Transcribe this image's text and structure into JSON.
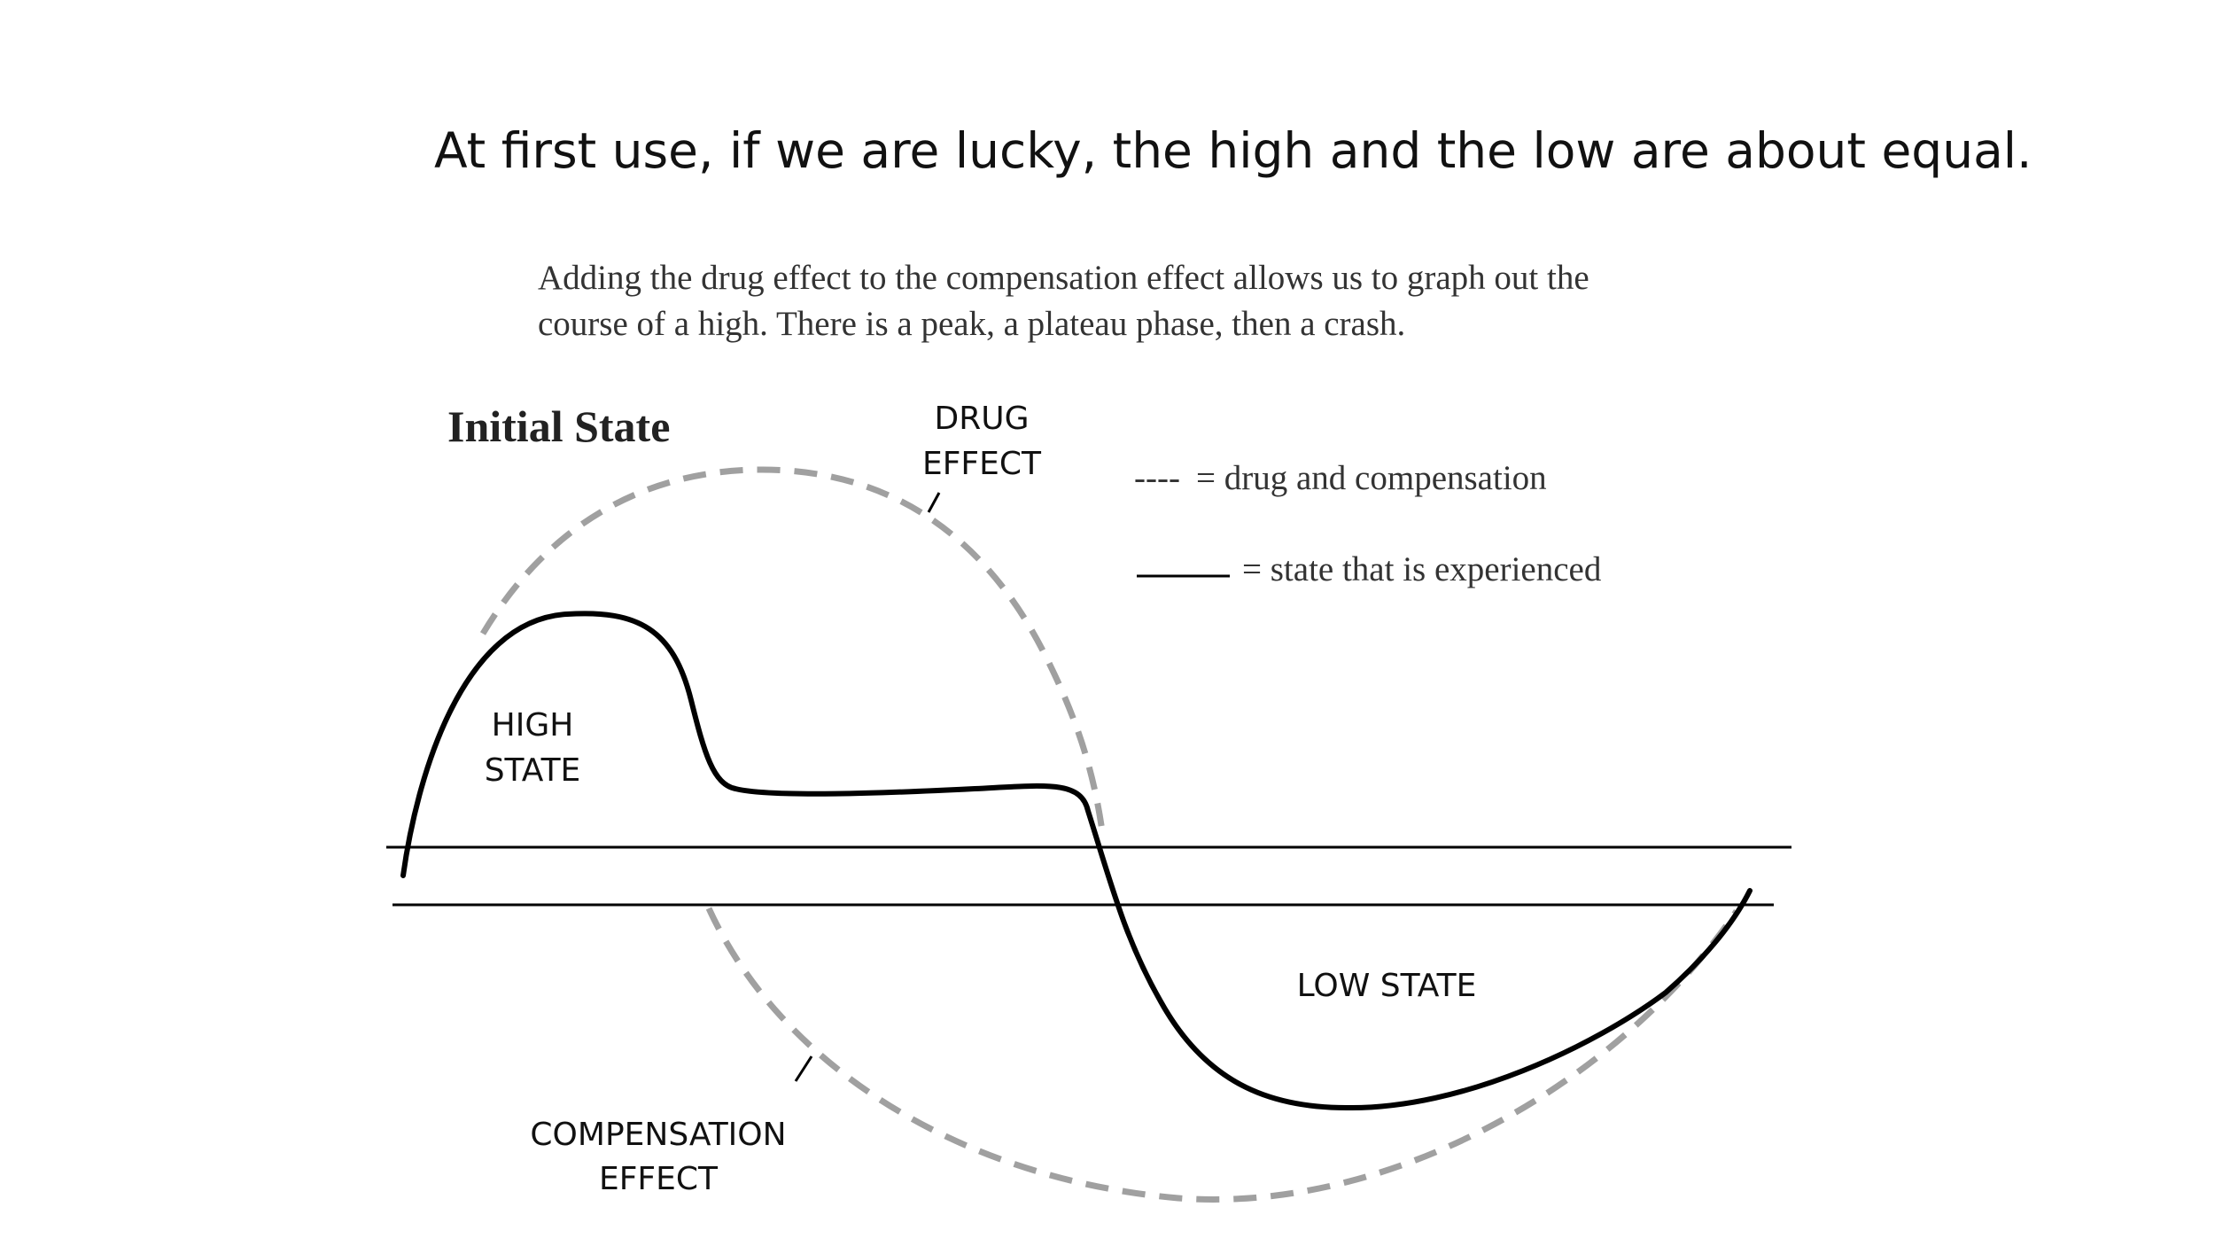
{
  "slide": {
    "title": "At first use, if we are lucky, the high and the low are about equal."
  },
  "caption": {
    "line1": "Adding the drug effect to the compensation effect allows us to graph out the",
    "line2": "course of a high. There is a peak, a plateau phase, then a crash."
  },
  "diagram": {
    "heading": "Initial State",
    "drug_effect_label_1": "DRUG",
    "drug_effect_label_2": "EFFECT",
    "high_state_label_1": "HIGH",
    "high_state_label_2": "STATE",
    "low_state_label": "LOW STATE",
    "compensation_label_1": "COMPENSATION",
    "compensation_label_2": "EFFECT",
    "legend": {
      "dashed_symbol": "----",
      "dashed_text": "= drug and compensation",
      "solid_text": "= state that is experienced"
    },
    "colors": {
      "experienced_curve": "#000000",
      "effect_curve": "#a0a0a0",
      "baseline": "#000000"
    }
  }
}
